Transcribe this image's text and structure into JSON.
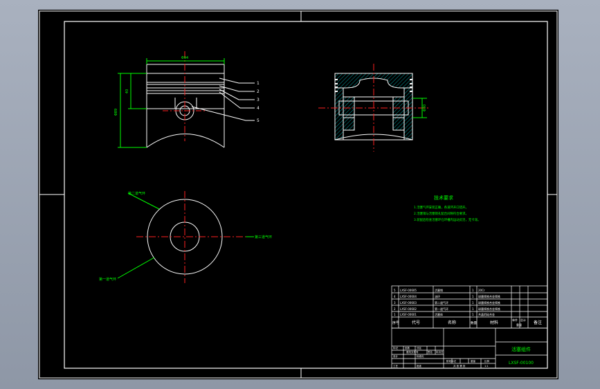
{
  "colors": {
    "background": "#000000",
    "frame": "#ffffff",
    "dimension": "#00ff00",
    "centerline": "#ff2020",
    "hatch": "#00c8c8",
    "viewport": "#9aa3b3"
  },
  "drawing": {
    "dims": {
      "top_width": "Φ94",
      "left_height": "Φ89",
      "left_small": "40",
      "section_pin": "Φ30"
    },
    "callouts": [
      "1",
      "2",
      "3",
      "4",
      "5"
    ],
    "bottom_labels": {
      "top_left": "第二道气环",
      "right": "第三道气环",
      "bottom_left": "第一道气环"
    }
  },
  "tech_req": {
    "title": "技术要求",
    "items": [
      "1.活塞气环安装正确，各道环开口错开。",
      "2.活塞销与活塞销孔配合间隙符合要求。",
      "3.装配后检查活塞环在环槽内运动灵活，无卡滞。"
    ]
  },
  "bom": {
    "rows": [
      {
        "no": "5",
        "code": "LXSF-00605",
        "name": "活塞销",
        "qty": "1",
        "mat": "20Cr"
      },
      {
        "no": "4",
        "code": "LXSF-00604",
        "name": "油环",
        "qty": "1",
        "mat": "球墨铸铁合金铸铁"
      },
      {
        "no": "3",
        "code": "LXSF-00603",
        "name": "第二道气环",
        "qty": "1",
        "mat": "球墨铸铁合金铸铁"
      },
      {
        "no": "2",
        "code": "LXSF-00602",
        "name": "第一道气环",
        "qty": "1",
        "mat": "球墨铸铁合金铸铁"
      },
      {
        "no": "1",
        "code": "LXSF-00601",
        "name": "活塞体",
        "qty": "1",
        "mat": "共晶铝硅合金"
      }
    ],
    "header": {
      "no": "序号",
      "code": "代号",
      "name": "名称",
      "qty": "数量",
      "mat": "材料",
      "unit_weight": "单件",
      "total_weight": "总计",
      "weight": "重量",
      "remark": "备注"
    }
  },
  "title_block": {
    "name": "活塞组件",
    "drawing_no": "LXSF-00100",
    "stage": "阶段标记",
    "weight_label": "重量",
    "scale_label": "比例",
    "scale": "1:1",
    "designer": "设计",
    "standardize": "标准化",
    "process": "工艺",
    "approve": "批准",
    "mark": "标记",
    "count": "处数",
    "zone": "分区",
    "change_no": "更改文件号",
    "sign": "签名",
    "date": "年月日",
    "sheet": "共 张  第 张"
  }
}
